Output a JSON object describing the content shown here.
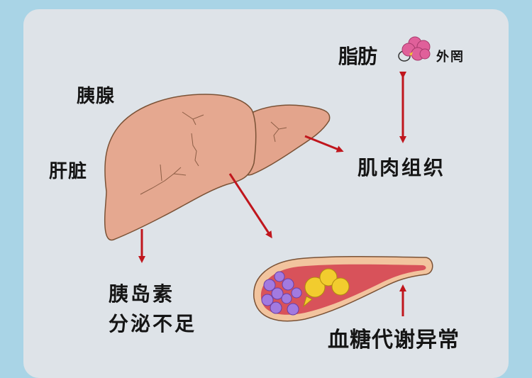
{
  "diagram": {
    "title_labels": {
      "pancreas": "胰腺",
      "liver": "肝脏",
      "muscle_tissue": "肌肉组织",
      "insulin_line1": "胰岛素",
      "insulin_line2": "分泌不足",
      "glucose_metabolism": "血糖代谢异常",
      "fat_left_garbled": "脂肪",
      "fat_right_garbled": "外罔"
    },
    "icons": {
      "liver": "liver-illustration",
      "blood_vessel": "blood-vessel-cross-section",
      "fat_cell": "pink-fat-cell-cluster"
    },
    "colors": {
      "background_outer": "#a9d4e6",
      "card": "#dee3e8",
      "liver_fill": "#e5a890",
      "liver_outline": "#7a5236",
      "arrow": "#c0161d",
      "vessel_wall": "#f2c49e",
      "vessel_lumen": "#d8525a",
      "purple_cells": "#a27ae0",
      "yellow_cells": "#f2cc2e",
      "fat_cell": "#e0609a"
    },
    "arrows": [
      {
        "from": "liver",
        "to": "insulin_deficiency",
        "direction": "down"
      },
      {
        "from": "liver",
        "to": "blood_vessel",
        "direction": "down-right"
      },
      {
        "from": "liver_left_lobe",
        "to": "muscle_tissue",
        "direction": "right"
      },
      {
        "from": "muscle_tissue",
        "to": "fat_cells",
        "direction": "bidirectional-vertical"
      },
      {
        "from": "glucose_metabolism",
        "to": "blood_vessel",
        "direction": "up"
      }
    ]
  }
}
